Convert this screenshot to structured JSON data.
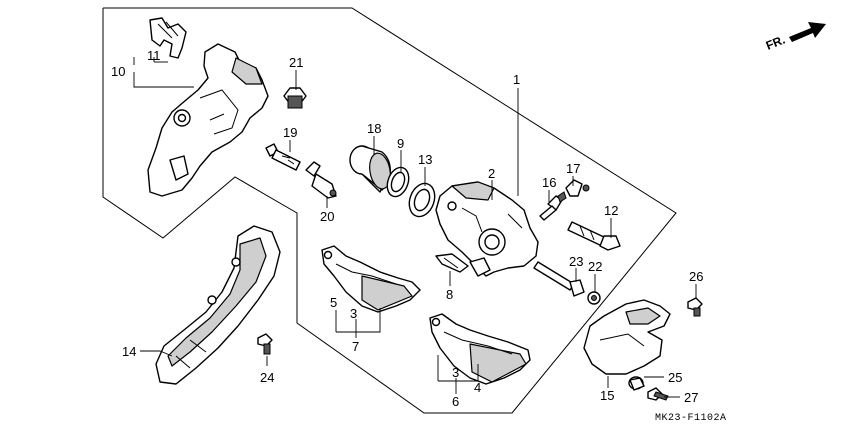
{
  "diagram": {
    "callouts": {
      "n1": "1",
      "n2": "2",
      "n3a": "3",
      "n3b": "3",
      "n4": "4",
      "n5": "5",
      "n6": "6",
      "n7": "7",
      "n8": "8",
      "n9": "9",
      "n10": "10",
      "n11": "11",
      "n12": "12",
      "n13": "13",
      "n14": "14",
      "n15": "15",
      "n16": "16",
      "n17": "17",
      "n18": "18",
      "n19": "19",
      "n20": "20",
      "n21": "21",
      "n22": "22",
      "n23": "23",
      "n24": "24",
      "n25": "25",
      "n26": "26",
      "n27": "27"
    },
    "direction_label": "FR.",
    "diagram_code": "MK23-F1102A"
  }
}
